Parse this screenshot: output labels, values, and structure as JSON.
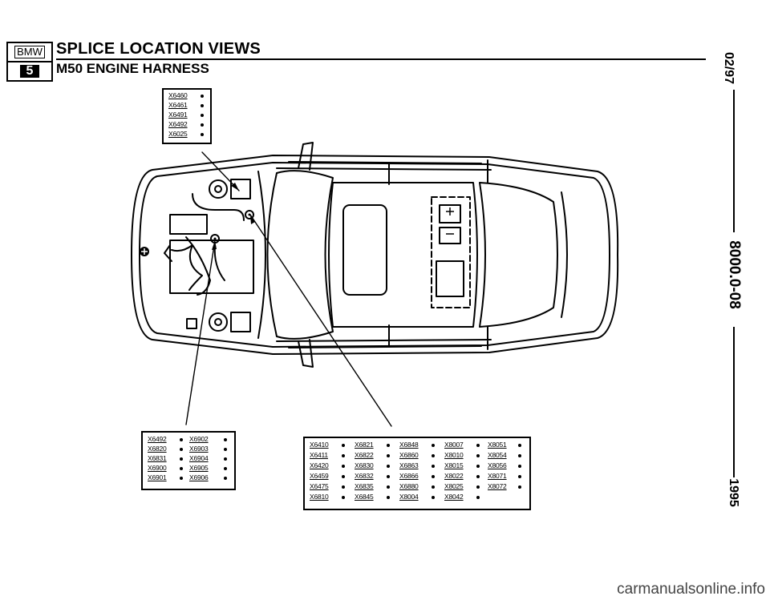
{
  "header": {
    "logo_text": "BMW",
    "logo_series": "5",
    "title": "SPLICE LOCATION VIEWS",
    "subtitle": "M50 ENGINE HARNESS"
  },
  "side_margin": {
    "date": "02/97",
    "page_code": "8000.0-08",
    "year": "1995"
  },
  "boxes": {
    "engine_bay_box": [
      "X6460",
      "X6461",
      "X6491",
      "X6492",
      "X6025"
    ],
    "left_box_col1": [
      "X6492",
      "X6820",
      "X6831",
      "X6900",
      "X6901"
    ],
    "left_box_col2": [
      "X6902",
      "X6903",
      "X6904",
      "X6905",
      "X6906"
    ],
    "bottom_right_col1": [
      "X6410",
      "X6411",
      "X6420",
      "X6459",
      "X6475",
      "X6810"
    ],
    "bottom_right_col2": [
      "X6821",
      "X6822",
      "X6830",
      "X6832",
      "X6835",
      "X6845"
    ],
    "bottom_right_col3": [
      "X6848",
      "X6860",
      "X6863",
      "X6866",
      "X6880",
      "X8004"
    ],
    "bottom_right_col4": [
      "X8007",
      "X8010",
      "X8015",
      "X8022",
      "X8025",
      "X8042"
    ],
    "bottom_right_col5": [
      "X8051",
      "X8054",
      "X8056",
      "X8071",
      "X8072"
    ]
  },
  "battery": {
    "plus": "+",
    "minus": "-"
  },
  "footer": {
    "watermark": "carmanualsonline.info"
  }
}
